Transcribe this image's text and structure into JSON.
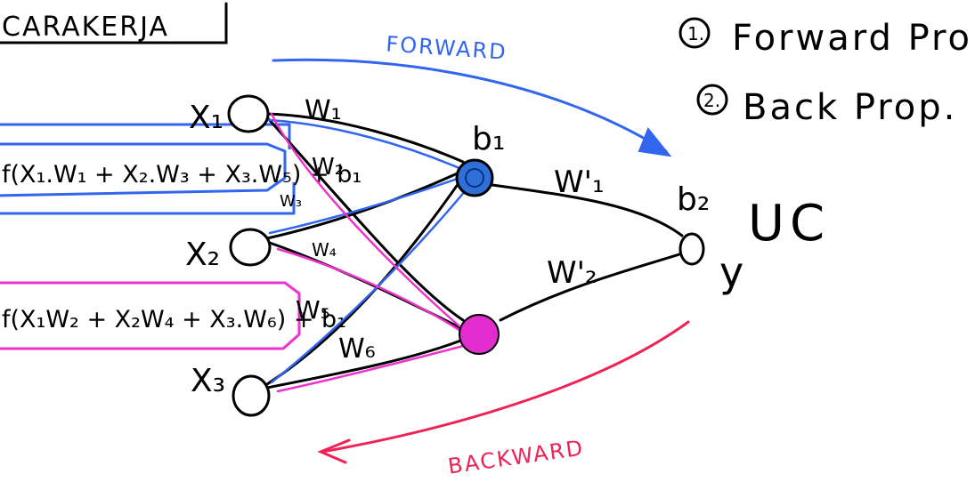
{
  "title_box": {
    "text": "CARAKERJA"
  },
  "steps": {
    "step1": {
      "number": "1.",
      "text": "Forward Prop."
    },
    "step2": {
      "number": "2.",
      "text": "Back Prop."
    }
  },
  "arrows": {
    "forward": "FORWARD",
    "backward": "BACKWARD"
  },
  "inputs": {
    "x1": "X₁",
    "x2": "X₂",
    "x3": "X₃"
  },
  "weights": {
    "w1": "W₁",
    "w2": "W₂",
    "w3": "W₃",
    "w4": "W₄",
    "w5": "W₅",
    "w6": "W₆",
    "w1p": "W'₁",
    "w2p": "W'₂"
  },
  "biases": {
    "b1": "b₁",
    "b2": "b₂"
  },
  "output": {
    "uc": "UC",
    "y": "y"
  },
  "formulas": {
    "blue": "f(X₁.W₁ + X₂.W₃ + X₃.W₅) + b₁",
    "pink": "f(X₁W₂ + X₂W₄ + X₃.W₆) + b₁"
  },
  "colors": {
    "ink": "#000000",
    "blue": "#3366ee",
    "pink": "#ee33cc",
    "red": "#ee2255",
    "node_blue": "#2f6fd8",
    "node_pink": "#e32cd0"
  }
}
